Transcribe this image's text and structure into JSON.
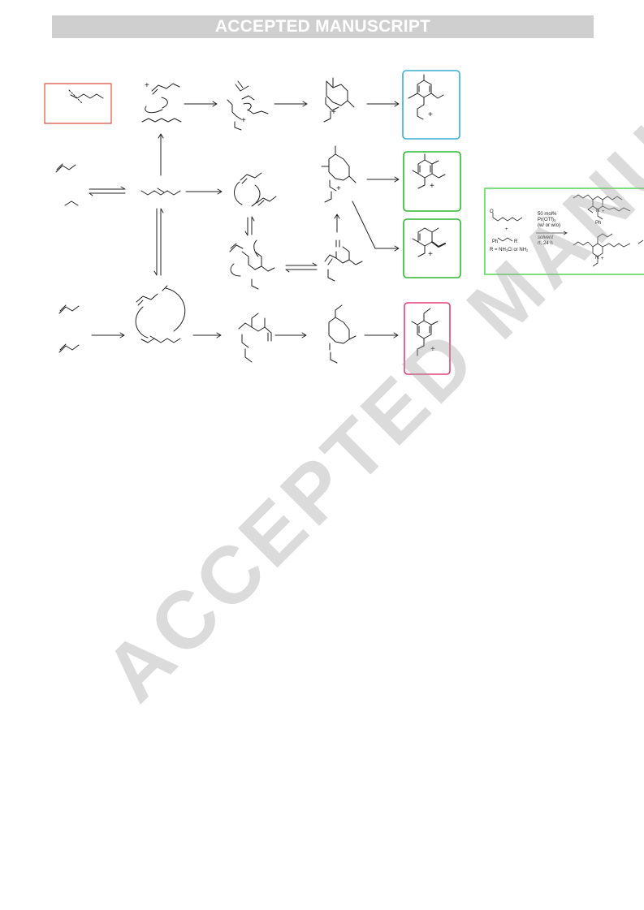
{
  "header": {
    "banner_text": "ACCEPTED MANUSCRIPT"
  },
  "watermark": {
    "text": "ACCEPTED MANUSCRIPT"
  },
  "colors": {
    "red_box": "#e05040",
    "blue_box": "#3aaed0",
    "green_box": "#2eb82e",
    "pink_box": "#e0407a",
    "inset_border": "#7fe07f"
  },
  "inset": {
    "conditions": {
      "line1": "50 mol%",
      "line2": "Pr(OTf)",
      "line2_sub": "3",
      "line3": "(w/ or w/o)",
      "line4": "solvent",
      "line5": "rt, 24 h"
    },
    "reagent_R": "R = NH",
    "reagent_sub": "3",
    "reagent_tail": "Cl or NH",
    "reagent_sub2": "2",
    "plus": "+",
    "ph_label_1": "Ph",
    "ph_label_2": "Ph",
    "o_label": "O",
    "r_label": "R",
    "n_label_1": "N",
    "n_label_2": "N",
    "charge_1": "+",
    "charge_2": "+"
  },
  "scheme": {
    "charge": "+"
  }
}
